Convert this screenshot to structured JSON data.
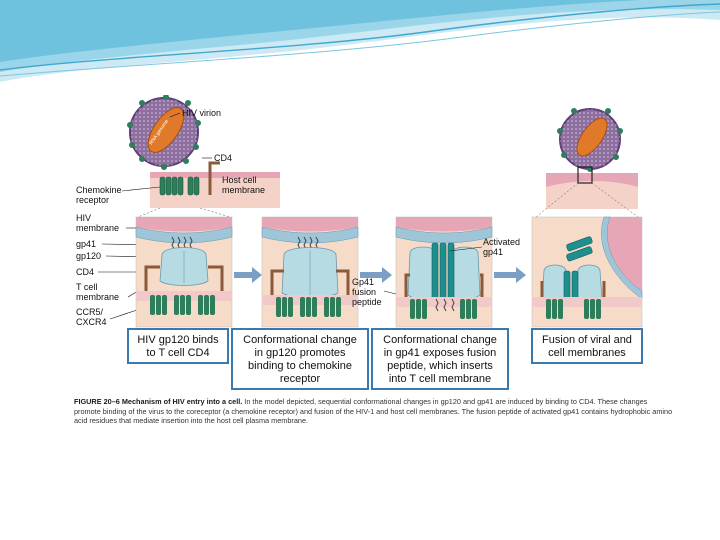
{
  "labels": {
    "hiv_virion": "HIV virion",
    "rna_genome": "RNA genome",
    "cd4_top": "CD4",
    "chemokine_receptor": [
      "Chemokine",
      "receptor"
    ],
    "host_cell_membrane": [
      "Host cell",
      "membrane"
    ],
    "hiv_membrane": [
      "HIV",
      "membrane"
    ],
    "gp41": "gp41",
    "gp120": "gp120",
    "cd4_side": "CD4",
    "t_cell_membrane": [
      "T cell",
      "membrane"
    ],
    "ccr5_cxcr4": [
      "CCR5/",
      "CXCR4"
    ],
    "gp41_fusion_peptide": [
      "Gp41",
      "fusion",
      "peptide"
    ],
    "activated_gp41": [
      "Activated",
      "gp41"
    ]
  },
  "steps": [
    {
      "lines": [
        "HIV gp120 binds",
        "to T cell CD4"
      ]
    },
    {
      "lines": [
        "Conformational change",
        "in gp120 promotes",
        "binding to chemokine",
        "receptor"
      ]
    },
    {
      "lines": [
        "Conformational change",
        "in gp41 exposes fusion",
        "peptide, which inserts",
        "into T cell membrane"
      ]
    },
    {
      "lines": [
        "Fusion of viral and",
        "cell membranes"
      ]
    }
  ],
  "caption": {
    "label": "FIGURE 20–6 Mechanism of HIV entry into a cell.",
    "text": " In the model depicted, sequential conformational changes in gp120 and gp41 are induced by binding to CD4. These changes promote binding of the virus to the coreceptor (a chemokine receptor) and fusion of the HIV-1 and host cell membranes. The fusion peptide of activated gp41 contains hydrophobic amino acid residues that mediate insertion into the host cell plasma membrane."
  },
  "colors": {
    "virion": "#8e6fa0",
    "genome": "#e07a2a",
    "receptor": "#2e7d5b",
    "membrane_pink": "#f2c9c9",
    "membrane_blue": "#9fc6d8",
    "cell_inner": "#f6dcc8",
    "gp120": "#b7dbe3",
    "gp41": "#1e8f8f",
    "box_border": "#3a78b0",
    "arrow": "#7b9ec4"
  }
}
